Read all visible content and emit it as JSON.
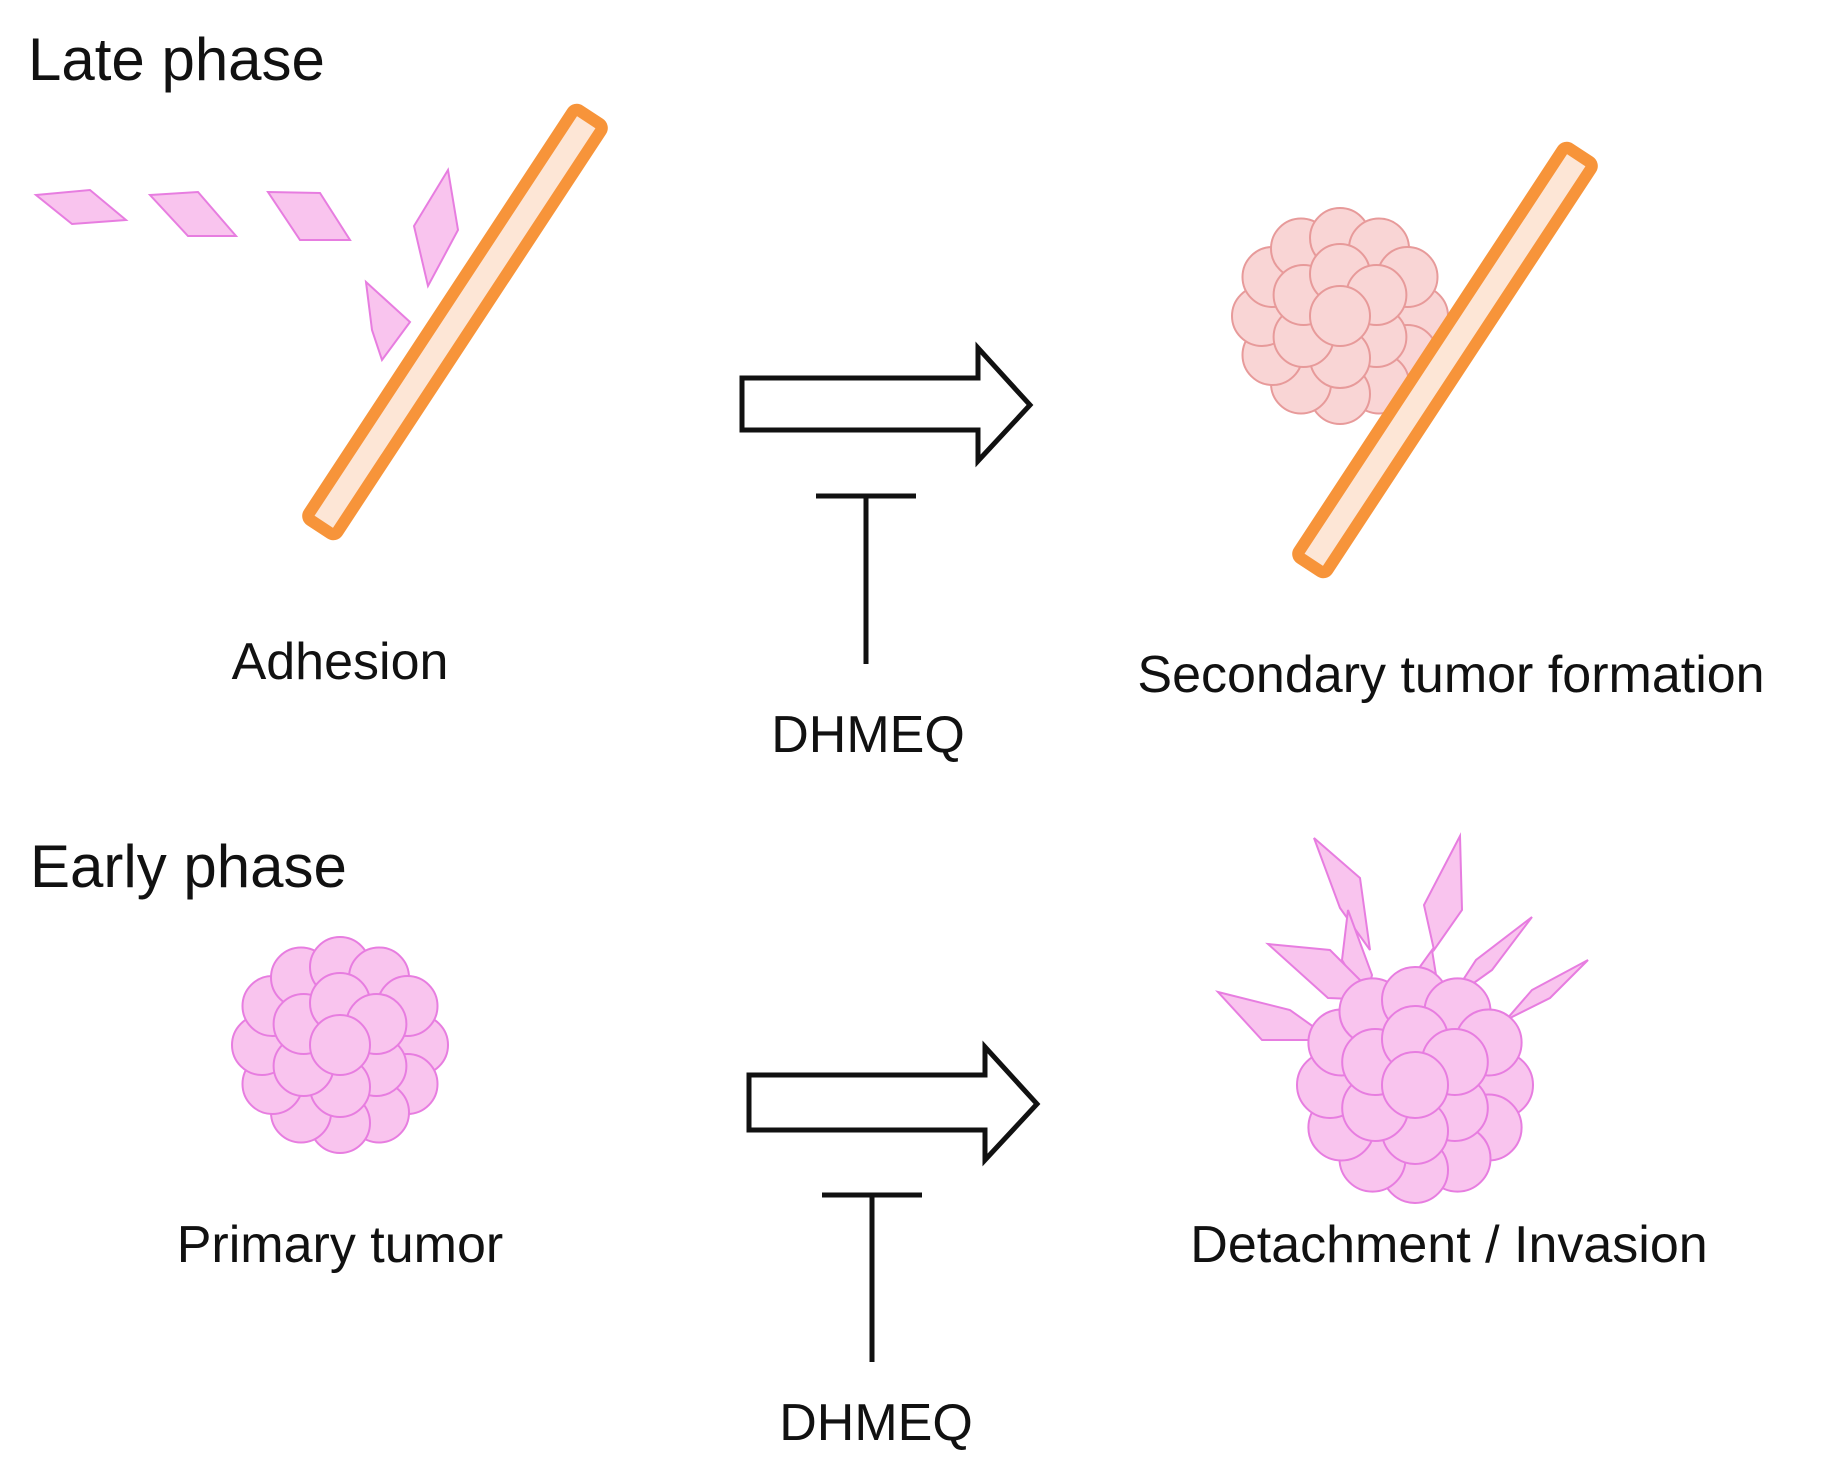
{
  "colors": {
    "vessel_stroke": "#F7943A",
    "vessel_fill": "#FDE6D6",
    "cell_pink_fill": "#F9C4EE",
    "cell_pink_stroke": "#E77DE0",
    "cell_salmon_fill": "#F9D5D5",
    "cell_salmon_stroke": "#E79A9A",
    "ink": "#111111"
  },
  "late": {
    "title": "Late phase",
    "left_label": "Adhesion",
    "right_label": "Secondary tumor formation",
    "inhibitor": "DHMEQ"
  },
  "early": {
    "title": "Early phase",
    "left_label": "Primary tumor",
    "right_label": "Detachment / Invasion",
    "inhibitor": "DHMEQ"
  }
}
